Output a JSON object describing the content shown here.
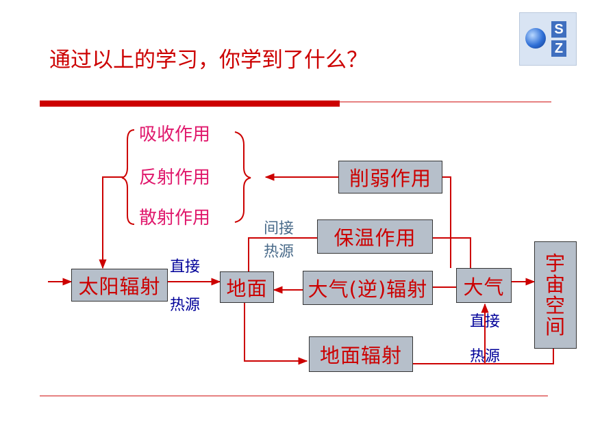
{
  "slide": {
    "title": "通过以上的学习，你学到了什么？",
    "logo_letters": [
      "S",
      "Z"
    ]
  },
  "diagram": {
    "nodes": {
      "solar_radiation": "太阳辐射",
      "ground": "地面",
      "atmospheric_counter_radiation": "大气(逆)辐射",
      "atmosphere": "大气",
      "space": [
        "宇",
        "宙",
        "空",
        "间"
      ],
      "weakening_effect": "削弱作用",
      "insulation_effect": "保温作用",
      "ground_radiation": "地面辐射"
    },
    "effects": [
      "吸收作用",
      "反射作用",
      "散射作用"
    ],
    "labels": {
      "direct_heat_source_1": [
        "直接",
        "热源"
      ],
      "indirect_heat_source": [
        "间接",
        "热源"
      ],
      "direct_heat_source_2": [
        "直接",
        "热源"
      ]
    }
  },
  "colors": {
    "title": "#cc0000",
    "accent_red": "#cc0000",
    "box_fill": "#b6bfca",
    "effects_text": "#e0186c",
    "direct_label": "#000099",
    "indirect_label": "#4a6b8a"
  }
}
